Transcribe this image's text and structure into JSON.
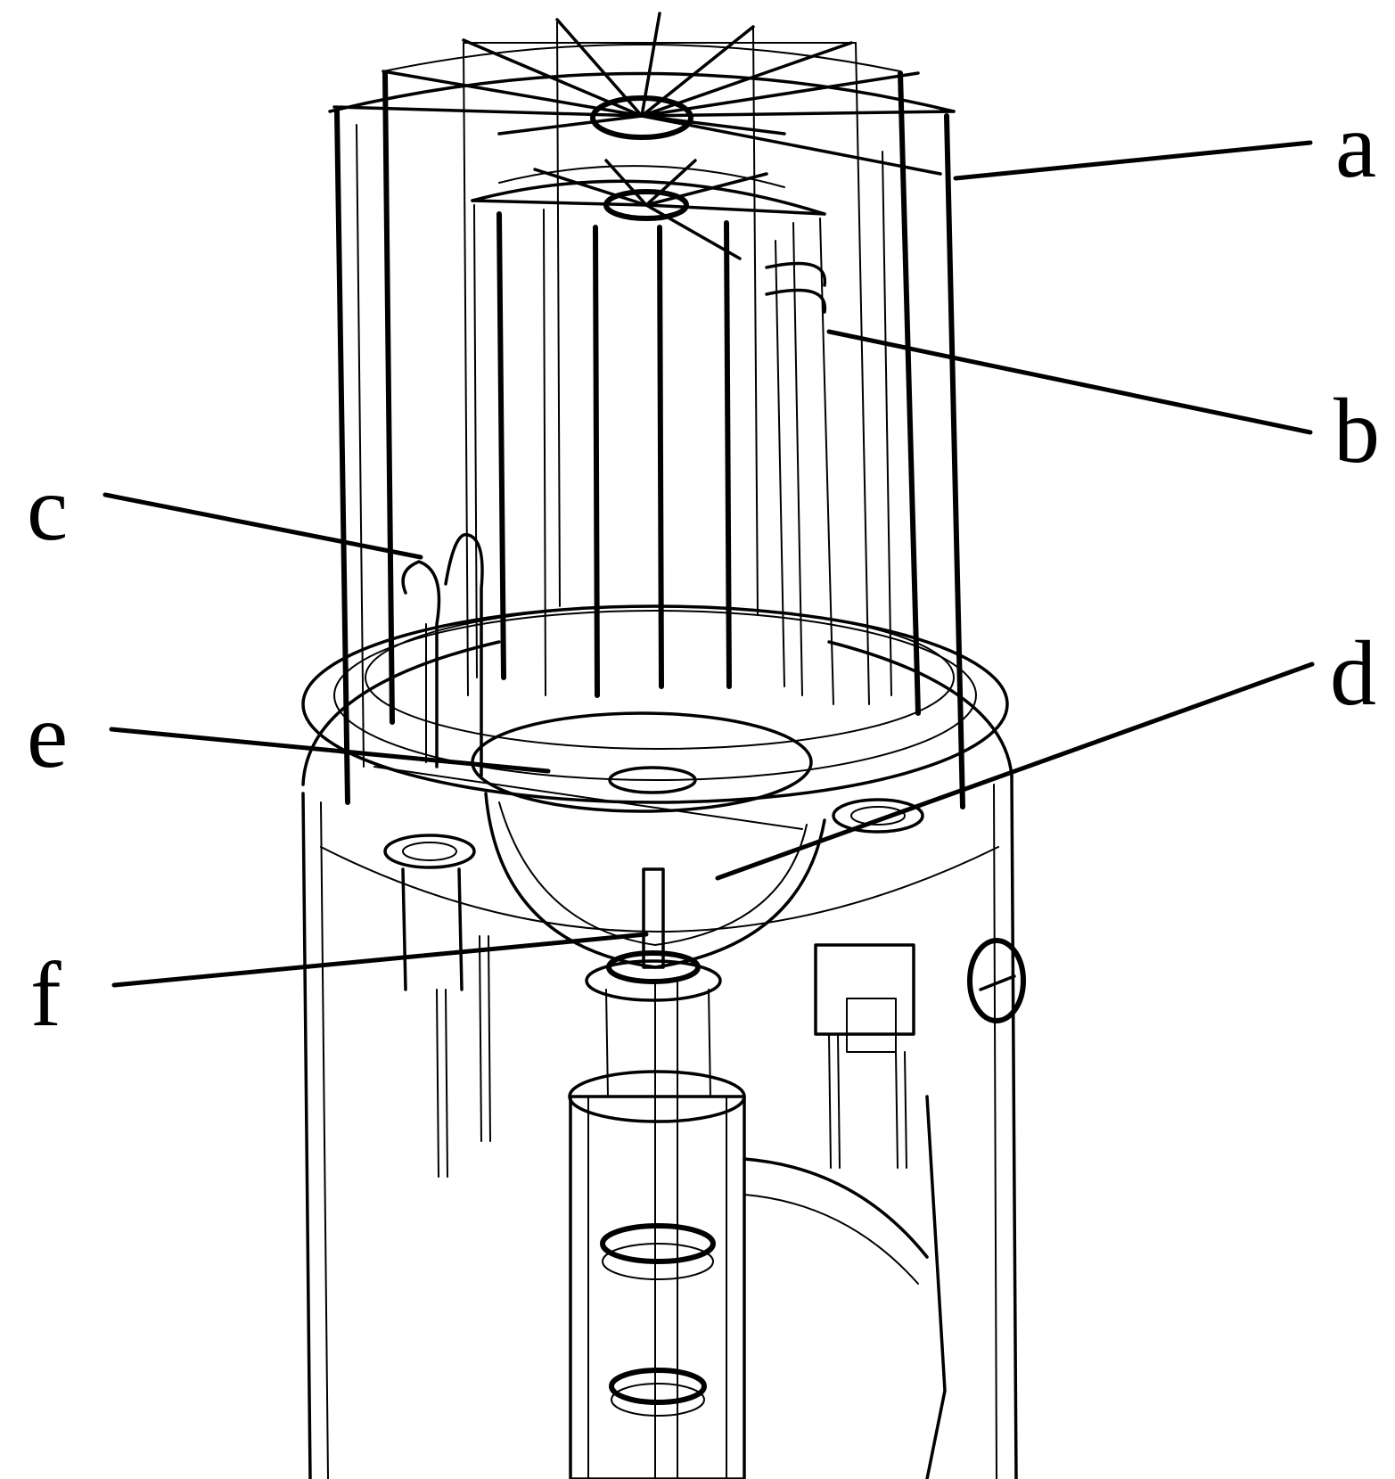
{
  "labels": {
    "a": "a",
    "b": "b",
    "c": "c",
    "d": "d",
    "e": "e",
    "f": "f"
  },
  "colors": {
    "line": "#000000",
    "background": "#ffffff"
  }
}
